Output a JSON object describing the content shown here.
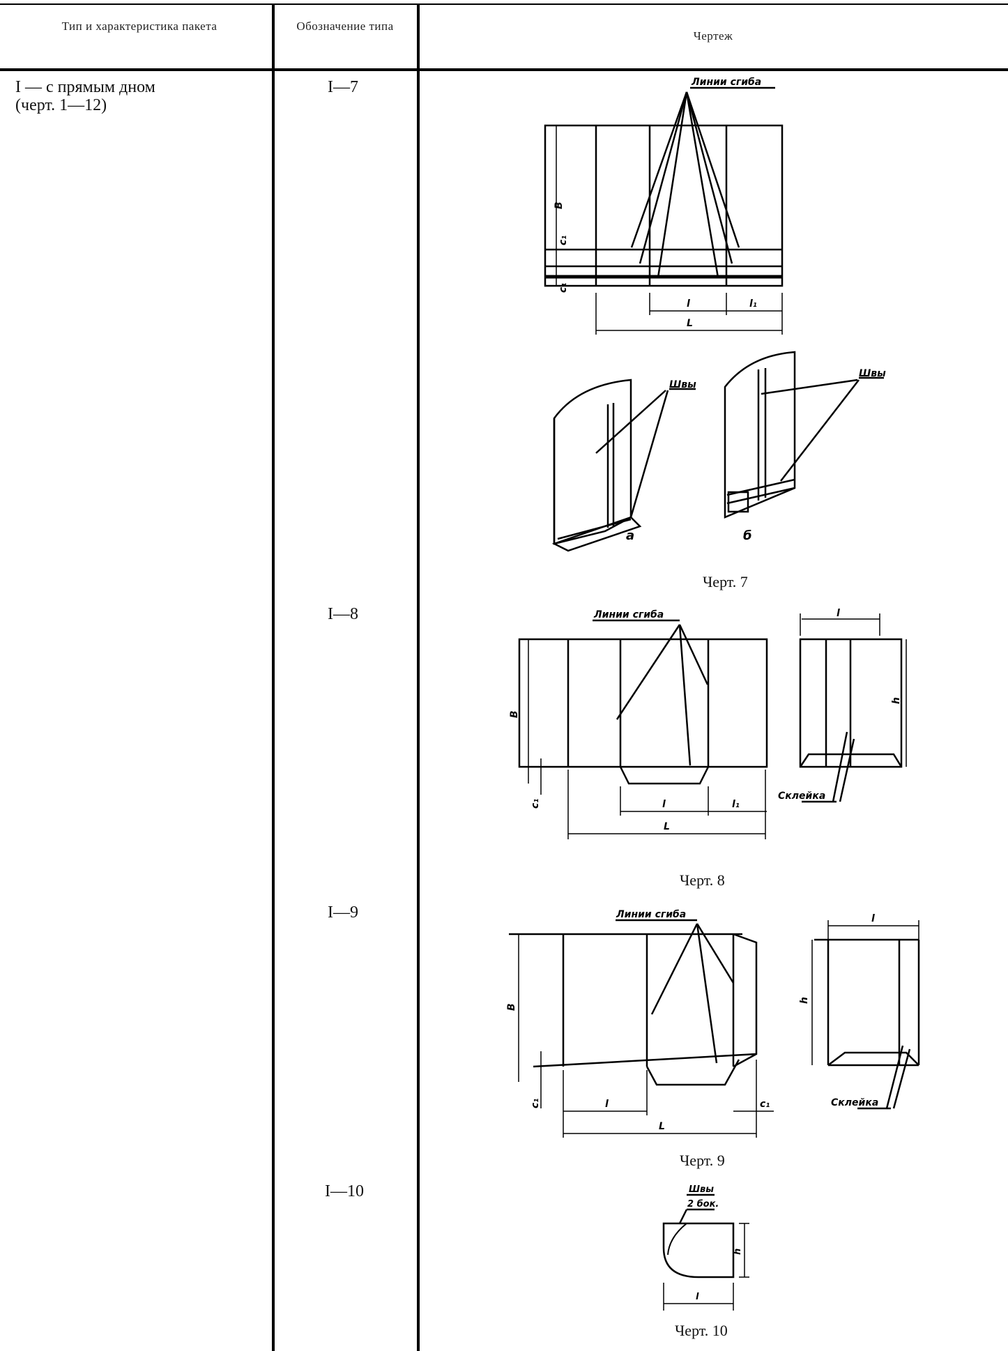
{
  "table": {
    "headers": [
      "Тип и характеристика пакета",
      "Обозначение типа",
      "Чертеж"
    ],
    "row": {
      "type_line1": "I — с прямым дном",
      "type_line2": "(черт. 1—12)"
    },
    "designations": [
      "I—7",
      "I—8",
      "I—9",
      "I—10"
    ]
  },
  "captions": [
    "Черт. 7",
    "Черт. 8",
    "Черт. 9",
    "Черт. 10"
  ],
  "drawing_labels": {
    "fold_line": "Линии сгиба",
    "seams": "Швы",
    "glue": "Склейка",
    "seam_2": "Швы",
    "seam_2_note": "2 бок.",
    "a": "а",
    "b": "б",
    "dim_B": "B",
    "dim_l": "l",
    "dim_l1": "l₁",
    "dim_L": "L",
    "dim_c1": "c₁",
    "dim_h": "h"
  }
}
